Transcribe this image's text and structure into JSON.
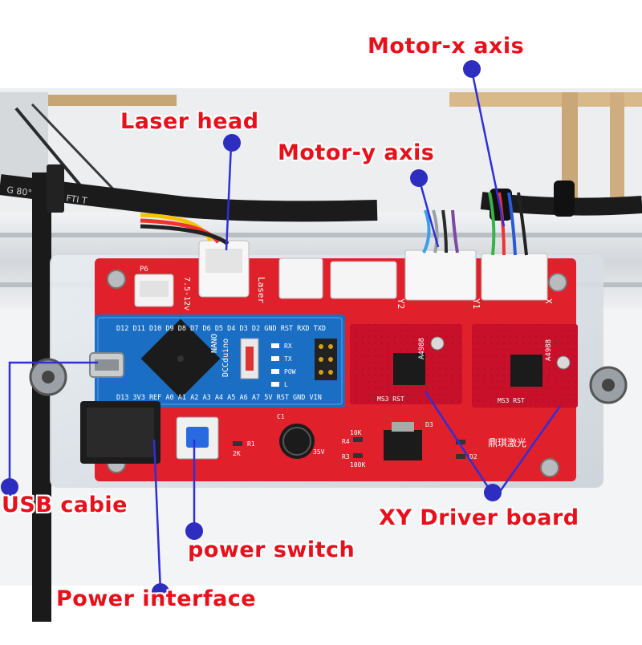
{
  "callouts": {
    "motor_x": "Motor-x axis",
    "laser_head": "Laser head",
    "motor_y": "Motor-y axis",
    "usb": "USB cabie",
    "power_switch": "power switch",
    "power_interface": "Power interface",
    "xy_driver": "XY Driver board"
  },
  "board": {
    "header_p6": "P6",
    "label_voltage": "7.5-12v",
    "label_laser": "Laser",
    "label_y2": "Y2",
    "label_y1": "Y1",
    "label_x": "X",
    "pins_top": "D12 D11 D10 D9 D8 D7 D6 D5 D4 D3 D2 GND RST RXD TXD",
    "pins_bottom": "D13 3V3 REF A0 A1 A2 A3 A4 A5 A6 A7 5V RST GND VIN",
    "nano_name": "NANO",
    "nano_brand": "DCCduino",
    "led_rx": "RX",
    "led_tx": "TX",
    "led_pow": "POW",
    "led_l": "L",
    "chip_left": "A4988",
    "chip_right": "A4988",
    "ms_left": "MS3 RST",
    "ms_right": "MS3 RST",
    "r1": "R1",
    "r2k": "2K",
    "c1": "C1",
    "cap_v": "35V",
    "r10k": "10K",
    "r100k": "100K",
    "r4": "R4",
    "r3": "R3",
    "d3": "D3",
    "d2": "D2",
    "brand": "鼎琪激光"
  },
  "colors": {
    "callout_text": "#e8101a",
    "pointer_line": "#2f2fd8",
    "pointer_dot": "#2d2dbf",
    "pcb_red": "#e0202a",
    "driver_red": "#c8102a",
    "nano_blue": "#1a6fc4"
  }
}
